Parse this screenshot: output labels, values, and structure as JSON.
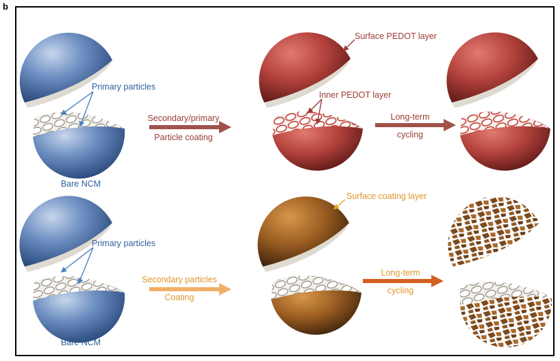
{
  "panel_label": "b",
  "row1": {
    "start_label": "Bare NCM",
    "primary_label": "Primary particles",
    "arrow1_top": "Secondary/primary",
    "arrow1_bottom": "Particle coating",
    "surface_label": "Surface PEDOT layer",
    "inner_label": "Inner PEDOT layer",
    "arrow2_top": "Long-term",
    "arrow2_bottom": "cycling"
  },
  "row2": {
    "start_label": "Bare NCM",
    "primary_label": "Primary particles",
    "arrow1_top": "Secondary particles",
    "arrow1_bottom": "Coating",
    "surface_label": "Surface coating layer",
    "arrow2_top": "Long-term",
    "arrow2_bottom": "cycling"
  },
  "colors": {
    "bare_blue": "#5f82b3",
    "pedot_red": "#b4423c",
    "coating_brown": "#9c5e22",
    "arrow_red": "#a0514a",
    "arrow_light_orange": "#f0b068",
    "arrow_dark_orange": "#d2601e",
    "label_blue": "#2f5f9e",
    "label_red": "#9a3c34",
    "label_orange": "#e0962d"
  }
}
